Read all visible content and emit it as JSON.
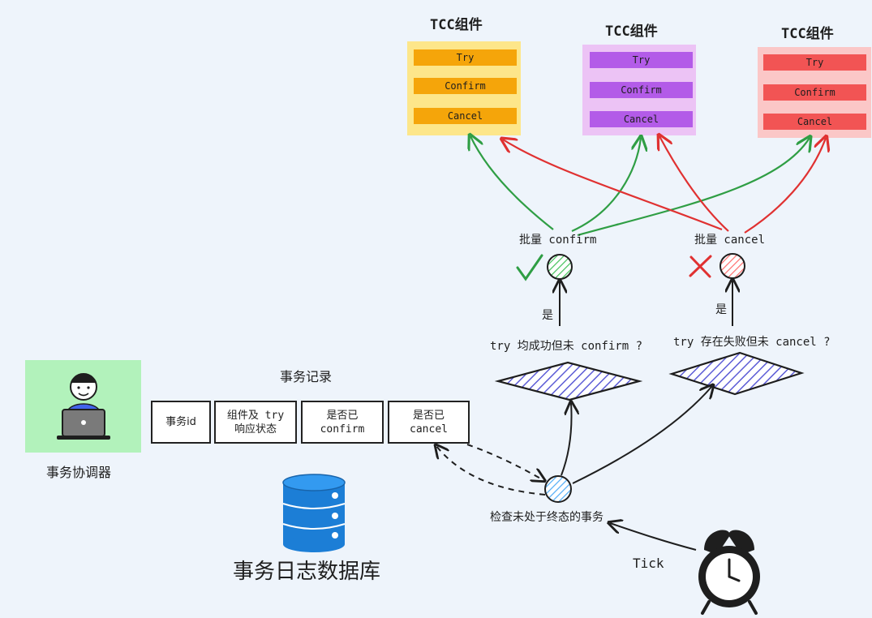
{
  "components": [
    {
      "title": "TCC组件",
      "buttons": [
        "Try",
        "Confirm",
        "Cancel"
      ],
      "panel_color": "#fde68a",
      "button_color": "#f5a50a"
    },
    {
      "title": "TCC组件",
      "buttons": [
        "Try",
        "Confirm",
        "Cancel"
      ],
      "panel_color": "#ecc3f5",
      "button_color": "#b35be8"
    },
    {
      "title": "TCC组件",
      "buttons": [
        "Try",
        "Confirm",
        "Cancel"
      ],
      "panel_color": "#fbc7c7",
      "button_color": "#f25454"
    }
  ],
  "batch_confirm": "批量 confirm",
  "batch_cancel": "批量 cancel",
  "yes": "是",
  "condition_confirm": "try 均成功但未 confirm ?",
  "condition_cancel": "try 存在失败但未 cancel ?",
  "record": {
    "title": "事务记录",
    "cells": [
      {
        "line1": "事务id",
        "line2": ""
      },
      {
        "line1": "组件及 try",
        "line2": "响应状态"
      },
      {
        "line1": "是否已",
        "line2": "confirm"
      },
      {
        "line1": "是否已",
        "line2": "cancel"
      }
    ]
  },
  "coordinator_label": "事务协调器",
  "db_label": "事务日志数据库",
  "check_label": "检查未处于终态的事务",
  "tick_label": "Tick",
  "colors": {
    "background": "#eef4fb",
    "arrow_green": "#2f9e44",
    "arrow_red": "#e03131",
    "ok_check": "#2f9e44",
    "fail_x": "#e03131",
    "diamond_hatch": "#5c5cd6",
    "db_blue": "#1c7ed6",
    "coordinator_bg": "#b2f2bb"
  }
}
